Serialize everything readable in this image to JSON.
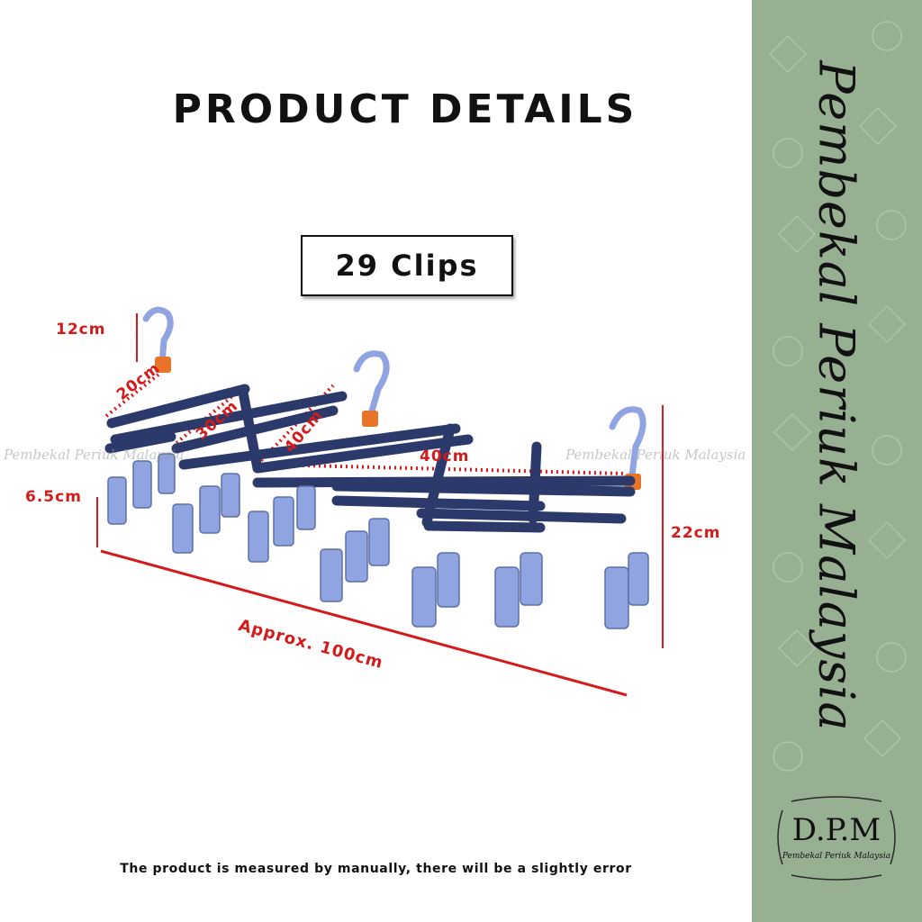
{
  "title": "PRODUCT DETAILS",
  "badge": "29 Clips",
  "dimensions": {
    "hook_height": "12cm",
    "clip_height": "6.5cm",
    "total_height": "22cm",
    "width_20": "20cm",
    "width_30": "30cm",
    "width_40a": "40cm",
    "width_40b": "40cm",
    "length": "Approx. 100cm"
  },
  "watermark": "Pembekal Periuk Malaysia",
  "footer": "The product is measured by manually, there will be a slightly error",
  "side_brand": "Pembekal Periuk Malaysia",
  "logo": {
    "main": "D.P.M",
    "sub": "Pembekal Periuk Malaysia"
  },
  "colors": {
    "accent": "#d41b1b",
    "side_bg": "#97b092",
    "rack": "#2c3a6b",
    "clip": "#8fa4e0",
    "joint": "#e8742a"
  }
}
